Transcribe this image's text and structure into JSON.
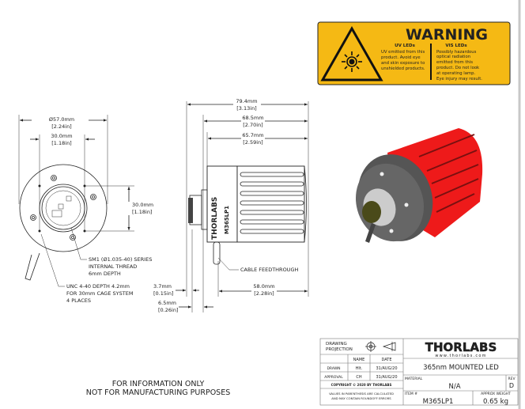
{
  "warning": {
    "title": "WARNING",
    "uv_heading": "UV LEDs",
    "uv_lines": [
      "UV emitted from this",
      "product. Avoid eye",
      "and skin exposure to",
      "unshielded products."
    ],
    "vis_heading": "VIS LEDs",
    "vis_lines": [
      "Possibly hazardous",
      "optical radiation",
      "emitted from this",
      "product. Do not look",
      "at operating lamp.",
      "Eye injury may result."
    ],
    "color": "#f5b914"
  },
  "front_view": {
    "diameter_mm": "Ø57.0mm",
    "diameter_in": "[2.24in]",
    "width_mm": "30.0mm",
    "width_in": "[1.18in]",
    "height_mm": "30.0mm",
    "height_in": "[1.18in]",
    "sm1_note": [
      "SM1 (Ø1.035-40) SERIES",
      "INTERNAL THREAD",
      "6mm DEPTH"
    ],
    "unc_note": [
      "UNC 4-40 DEPTH 4.2mm",
      "FOR 30mm CAGE SYSTEM",
      "4 PLACES"
    ]
  },
  "side_view": {
    "overall_mm": "79.4mm",
    "overall_in": "[3.13in]",
    "len2_mm": "68.5mm",
    "len2_in": "[2.70in]",
    "len3_mm": "65.7mm",
    "len3_in": "[2.59in]",
    "body_mm": "58.0mm",
    "body_in": "[2.28in]",
    "off1_mm": "3.7mm",
    "off1_in": "[0.15in]",
    "off2_mm": "6.5mm",
    "off2_in": "[0.26in]",
    "cable_label": "CABLE FEEDTHROUGH",
    "brand_marking": "THORLABS",
    "model_marking": "M365LP1"
  },
  "disclaimer": [
    "FOR INFORMATION ONLY",
    "NOT FOR MANUFACTURING PURPOSES"
  ],
  "title_block": {
    "drawing_projection": [
      "DRAWING",
      "PROJECTION"
    ],
    "name_header": "NAME",
    "date_header": "DATE",
    "drawn_label": "DRAWN",
    "drawn_name": "Hlt.",
    "drawn_date": "31/AUG/20",
    "approval_label": "APPROVAL",
    "approval_name": "CH",
    "approval_date": "31/AUG/20",
    "copyright": "COPYRIGHT © 2020 BY THORLABS",
    "values_note": [
      "VALUES IN PARENTHESIS ARE CALCULATED",
      "AND MAY CONTAIN ROUNDOFF ERRORS"
    ],
    "logo": "THORLABS",
    "website": "www.thorlabs.com",
    "title": "365nm MOUNTED LED",
    "material_label": "MATERIAL",
    "material": "N/A",
    "rev_label": "REV",
    "rev": "D",
    "item_label": "ITEM #",
    "item": "M365LP1",
    "weight_label": "APPROX WEIGHT",
    "weight": "0.65 kg"
  }
}
